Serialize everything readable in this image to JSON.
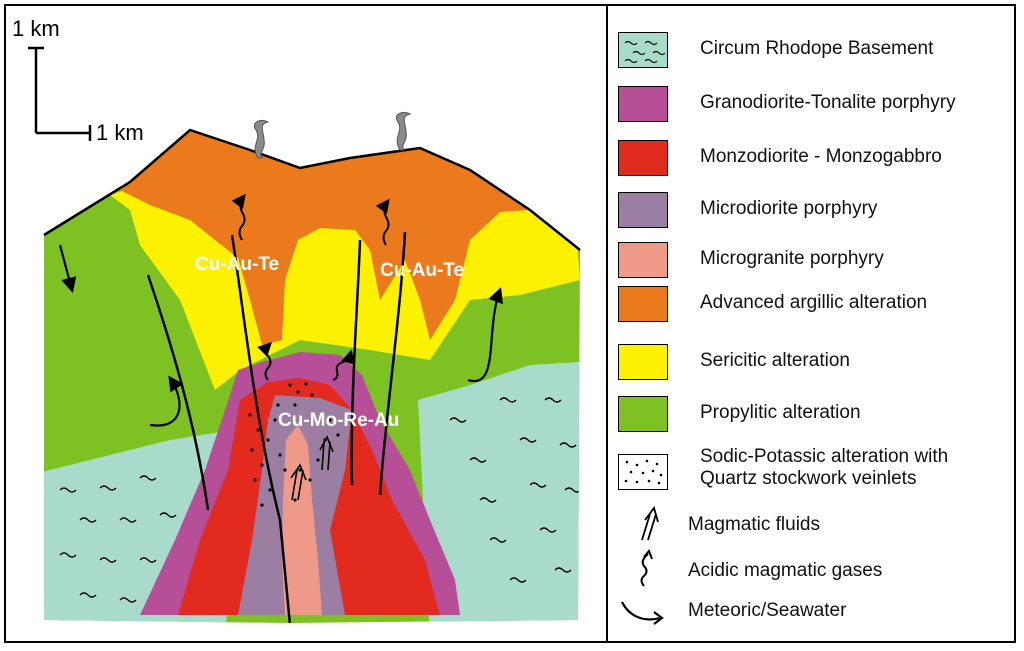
{
  "scale": {
    "vertical": "1 km",
    "horizontal": "1 km"
  },
  "labels": {
    "cu_au_te_left": "Cu-Au-Te",
    "cu_au_te_right": "Cu-Au-Te",
    "cu_mo_re_au": "Cu-Mo-Re-Au"
  },
  "legend": [
    {
      "key": "basement",
      "label": "Circum Rhodope Basement",
      "color": "#a8dbc9"
    },
    {
      "key": "granodiorite",
      "label": "Granodiorite-Tonalite porphyry",
      "color": "#b64f97"
    },
    {
      "key": "monzodiorite",
      "label": "Monzodiorite - Monzogabbro",
      "color": "#e22a1f"
    },
    {
      "key": "microdiorite",
      "label": "Microdiorite porphyry",
      "color": "#9b7ea2"
    },
    {
      "key": "microgranite",
      "label": "Microgranite porphyry",
      "color": "#ef9a88"
    },
    {
      "key": "argillic",
      "label": "Advanced argillic alteration",
      "color": "#ea7a1b"
    },
    {
      "key": "sericitic",
      "label": "Sericitic alteration",
      "color": "#fcf200"
    },
    {
      "key": "propylitic",
      "label": "Propylitic alteration",
      "color": "#7dc123"
    },
    {
      "key": "sodic",
      "label": "Sodic-Potassic alteration with Quartz stockwork veinlets",
      "color": "#ffffff"
    }
  ],
  "symbols": [
    {
      "key": "magmatic_fluids",
      "label": "Magmatic fluids"
    },
    {
      "key": "acidic_gases",
      "label": "Acidic magmatic gases"
    },
    {
      "key": "meteoric",
      "label": "Meteoric/Seawater"
    }
  ]
}
